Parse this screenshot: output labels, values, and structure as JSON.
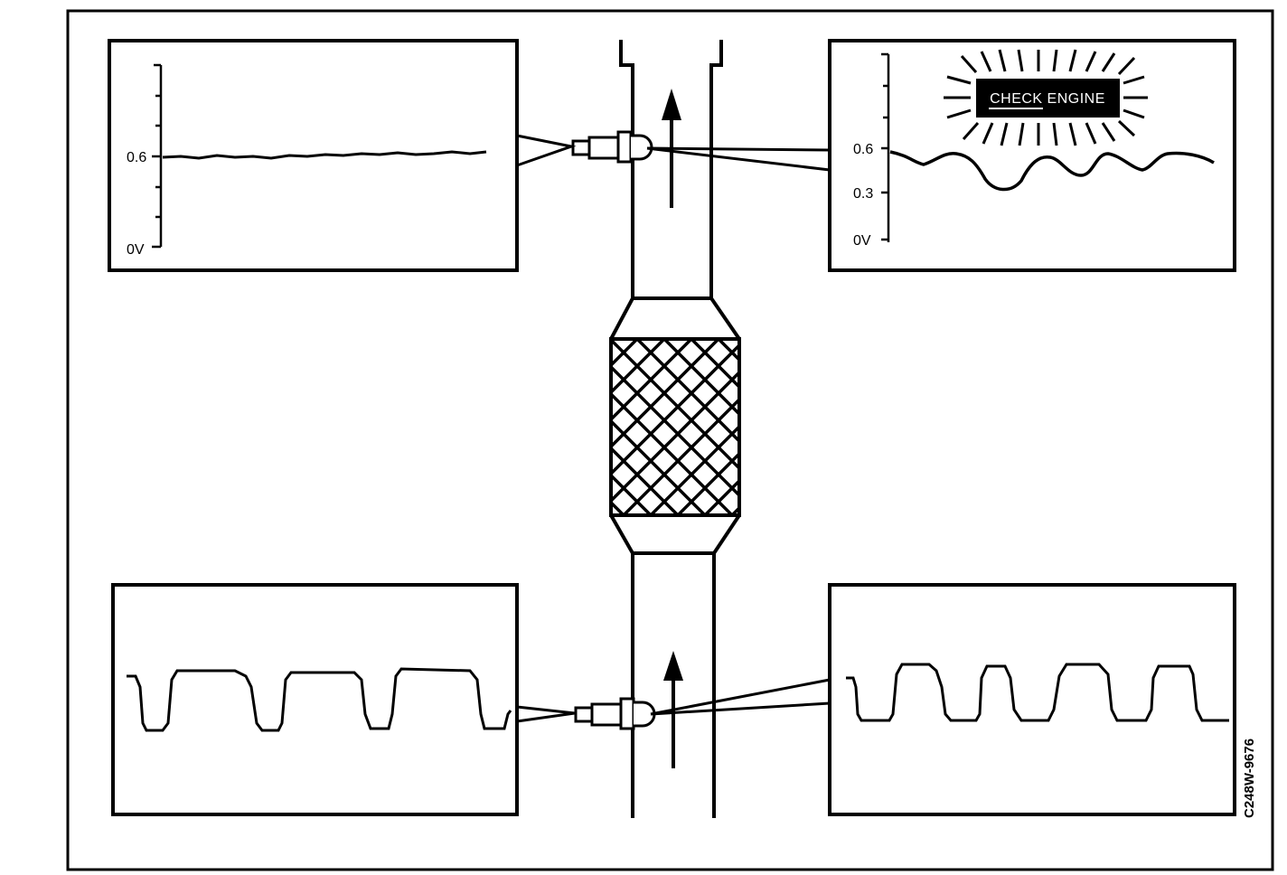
{
  "figure_code": "C248W-9676",
  "panels": {
    "upstream_left": {
      "labels": {
        "high": "0.6",
        "low": "0V"
      }
    },
    "upstream_right": {
      "labels": {
        "high": "0.6",
        "mid": "0.3",
        "low": "0V"
      },
      "indicator": "CHECK ENGINE"
    },
    "downstream_left": {},
    "downstream_right": {}
  },
  "colors": {
    "ink": "#000000",
    "paper": "#ffffff"
  },
  "icons": [
    "oxygen-sensor-icon",
    "flow-arrow-icon",
    "catalytic-converter-icon",
    "check-engine-lamp-icon"
  ]
}
